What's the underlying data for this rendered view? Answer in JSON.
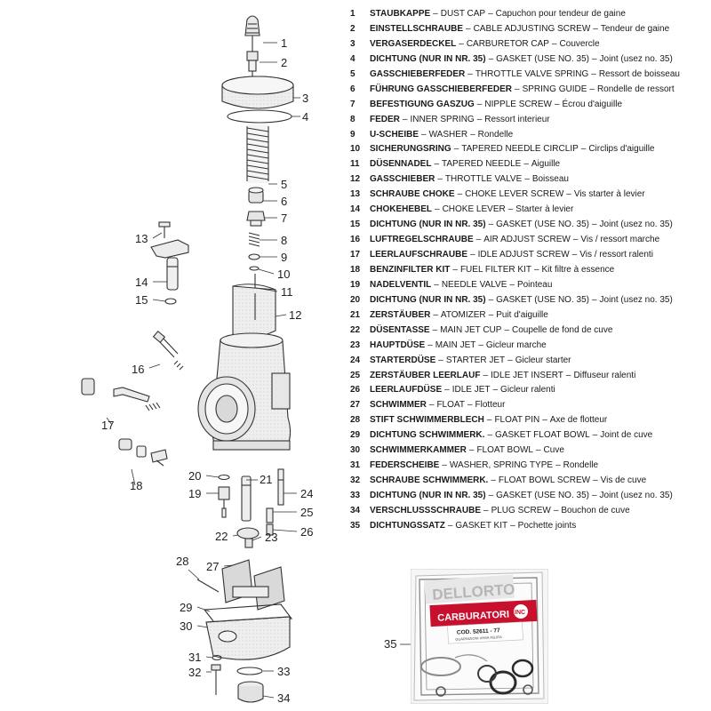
{
  "legend": [
    {
      "n": "1",
      "de": "STAUBKAPPE",
      "en": "DUST CAP",
      "fr": "Capuchon pour tendeur de gaine"
    },
    {
      "n": "2",
      "de": "EINSTELLSCHRAUBE",
      "en": "CABLE ADJUSTING SCREW",
      "fr": "Tendeur de gaine"
    },
    {
      "n": "3",
      "de": "VERGASERDECKEL",
      "en": "CARBURETOR CAP",
      "fr": "Couvercle"
    },
    {
      "n": "4",
      "de": "DICHTUNG (NUR IN Nr. 35)",
      "en": "GASKET (USE No. 35)",
      "fr": "Joint (usez no. 35)"
    },
    {
      "n": "5",
      "de": "GASSCHIEBERFEDER",
      "en": "THROTTLE VALVE SPRING",
      "fr": "Ressort de boisseau"
    },
    {
      "n": "6",
      "de": "FÜHRUNG GASSCHIEBERFEDER",
      "en": "SPRING GUIDE",
      "fr": "Rondelle de ressort"
    },
    {
      "n": "7",
      "de": "BEFESTIGUNG GASZUG",
      "en": "NIPPLE SCREW",
      "fr": "Écrou d'aiguille"
    },
    {
      "n": "8",
      "de": "FEDER",
      "en": "INNER SPRING",
      "fr": "Ressort interieur"
    },
    {
      "n": "9",
      "de": "U-SCHEIBE",
      "en": "WASHER",
      "fr": "Rondelle"
    },
    {
      "n": "10",
      "de": "SICHERUNGSRING",
      "en": "TAPERED NEEDLE CIRCLIP",
      "fr": "Circlips d'aiguille"
    },
    {
      "n": "11",
      "de": "DÜSENNADEL",
      "en": "TAPERED NEEDLE",
      "fr": "Aiguille"
    },
    {
      "n": "12",
      "de": "GASSCHIEBER",
      "en": "THROTTLE VALVE",
      "fr": "Boisseau"
    },
    {
      "n": "13",
      "de": "SCHRAUBE CHOKE",
      "en": "CHOKE LEVER SCREW",
      "fr": "Vis starter à levier"
    },
    {
      "n": "14",
      "de": "CHOKEHEBEL",
      "en": "CHOKE LEVER",
      "fr": "Starter à levier"
    },
    {
      "n": "15",
      "de": "DICHTUNG (NUR IN Nr. 35)",
      "en": "GASKET (USE No. 35)",
      "fr": "Joint (usez no. 35)"
    },
    {
      "n": "16",
      "de": "LUFTREGELSCHRAUBE",
      "en": "AIR ADJUST SCREW",
      "fr": "Vis / ressort marche"
    },
    {
      "n": "17",
      "de": "LEERLAUFSCHRAUBE",
      "en": "IDLE ADJUST SCREW",
      "fr": "Vis / ressort ralenti"
    },
    {
      "n": "18",
      "de": "BENZINFILTER KIT",
      "en": "FUEL FILTER KIT",
      "fr": "Kit filtre à essence"
    },
    {
      "n": "19",
      "de": "NADELVENTIL",
      "en": "NEEDLE VALVE",
      "fr": "Pointeau"
    },
    {
      "n": "20",
      "de": "DICHTUNG (NUR IN Nr. 35)",
      "en": "GASKET (USE No. 35)",
      "fr": "Joint (usez no. 35)"
    },
    {
      "n": "21",
      "de": "ZERSTÄUBER",
      "en": "ATOMIZER",
      "fr": "Puit d'aiguille"
    },
    {
      "n": "22",
      "de": "DÜSENTASSE",
      "en": "MAIN JET CUP",
      "fr": "Coupelle de fond de cuve"
    },
    {
      "n": "23",
      "de": "HAUPTDÜSE",
      "en": "MAIN JET",
      "fr": "Gicleur marche"
    },
    {
      "n": "24",
      "de": "STARTERDÜSE",
      "en": "STARTER JET",
      "fr": "Gicleur starter"
    },
    {
      "n": "25",
      "de": "ZERSTÄUBER LEERLAUF",
      "en": "IDLE JET INSERT",
      "fr": "Diffuseur ralenti"
    },
    {
      "n": "26",
      "de": "LEERLAUFDÜSE",
      "en": "IDLE JET",
      "fr": "Gicleur ralenti"
    },
    {
      "n": "27",
      "de": "SCHWIMMER",
      "en": "FLOAT",
      "fr": "Flotteur"
    },
    {
      "n": "28",
      "de": "STIFT SCHWIMMERBLECH",
      "en": "FLOAT PIN",
      "fr": "Axe de flotteur"
    },
    {
      "n": "29",
      "de": "DICHTUNG SCHWIMMERK.",
      "en": "GASKET FLOAT BOWL",
      "fr": "Joint de cuve"
    },
    {
      "n": "30",
      "de": "SCHWIMMERKAMMER",
      "en": "FLOAT BOWL",
      "fr": "Cuve"
    },
    {
      "n": "31",
      "de": "FEDERSCHEIBE",
      "en": "WASHER, SPRING TYPE",
      "fr": "Rondelle"
    },
    {
      "n": "32",
      "de": "SCHRAUBE SCHWIMMERK.",
      "en": "FLOAT BOWL SCREW",
      "fr": "Vis de cuve"
    },
    {
      "n": "33",
      "de": "DICHTUNG (NUR IN Nr. 35)",
      "en": "GASKET (USE No. 35)",
      "fr": "Joint (usez no. 35)"
    },
    {
      "n": "34",
      "de": "VERSCHLUSSSCHRAUBE",
      "en": "PLUG SCREW",
      "fr": "Bouchon de cuve"
    },
    {
      "n": "35",
      "de": "DICHTUNGSSATZ",
      "en": "GASKET KIT",
      "fr": "Pochette joints"
    }
  ],
  "separator": "–",
  "callouts": [
    "1",
    "2",
    "3",
    "4",
    "5",
    "6",
    "7",
    "8",
    "9",
    "10",
    "11",
    "12",
    "13",
    "14",
    "15",
    "16",
    "17",
    "18",
    "19",
    "20",
    "21",
    "22",
    "23",
    "24",
    "25",
    "26",
    "27",
    "28",
    "29",
    "30",
    "31",
    "32",
    "33",
    "34",
    "35"
  ],
  "gasket_kit": {
    "brand": "DELLORTO",
    "title": "CARBURATORI",
    "badge": "INC",
    "code": "COD. 52611 - 77",
    "description": "GUARNIZIONI VHSA    45LIRA"
  },
  "colors": {
    "line": "#333333",
    "part_fill": "#ececec",
    "brand_red": "#c8102e",
    "gasket_gray": "#9a9a9a"
  }
}
